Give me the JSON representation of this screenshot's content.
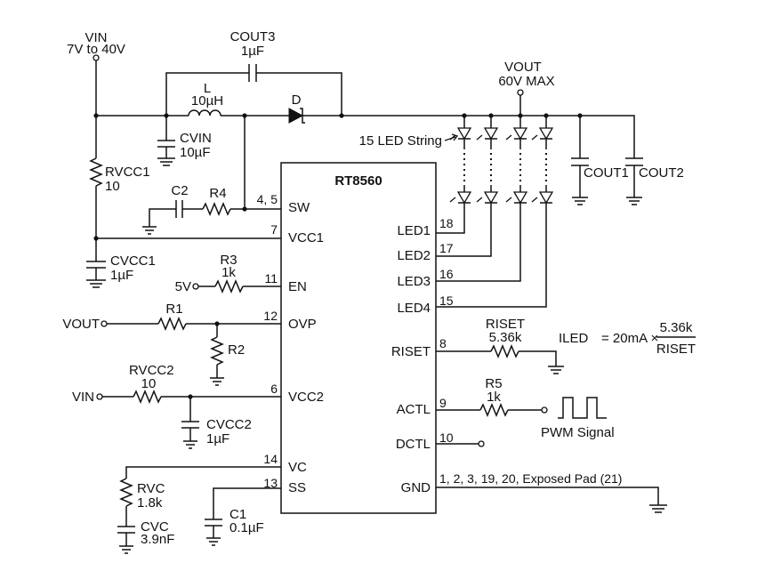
{
  "supply": {
    "name": "VIN",
    "range": "7V to 40V"
  },
  "cout3": {
    "name": "COUT3",
    "value": "1µF"
  },
  "inductor": {
    "name": "L",
    "value": "10µH"
  },
  "diode": {
    "name": "D"
  },
  "vout": {
    "name": "VOUT",
    "rating": "60V MAX"
  },
  "led_string": {
    "label": "15 LED String"
  },
  "cvin": {
    "name": "CVIN",
    "value": "10µF"
  },
  "rvcc1": {
    "name": "RVCC1",
    "value": "10"
  },
  "cout1": {
    "name": "COUT1"
  },
  "cout2": {
    "name": "COUT2"
  },
  "chip": {
    "name": "RT8560",
    "left_pins": [
      {
        "label": "SW",
        "number": "4, 5"
      },
      {
        "label": "VCC1",
        "number": "7"
      },
      {
        "label": "EN",
        "number": "11"
      },
      {
        "label": "OVP",
        "number": "12"
      },
      {
        "label": "VCC2",
        "number": "6"
      },
      {
        "label": "VC",
        "number": "14"
      },
      {
        "label": "SS",
        "number": "13"
      }
    ],
    "right_pins": [
      {
        "label": "LED1",
        "number": "18"
      },
      {
        "label": "LED2",
        "number": "17"
      },
      {
        "label": "LED3",
        "number": "16"
      },
      {
        "label": "LED4",
        "number": "15"
      },
      {
        "label": "RISET",
        "number": "8"
      },
      {
        "label": "ACTL",
        "number": "9"
      },
      {
        "label": "DCTL",
        "number": "10"
      },
      {
        "label": "GND",
        "number": "1, 2, 3, 19, 20, Exposed Pad (21)"
      }
    ]
  },
  "c2": {
    "name": "C2"
  },
  "r4": {
    "name": "R4"
  },
  "cvcc1": {
    "name": "CVCC1",
    "value": "1µF"
  },
  "en_input": {
    "label": "5V"
  },
  "r3": {
    "name": "R3",
    "value": "1k"
  },
  "ovp_input": {
    "label": "VOUT"
  },
  "r1": {
    "name": "R1"
  },
  "r2": {
    "name": "R2"
  },
  "vin2": {
    "label": "VIN"
  },
  "rvcc2": {
    "name": "RVCC2",
    "value": "10"
  },
  "cvcc2": {
    "name": "CVCC2",
    "value": "1µF"
  },
  "rvc": {
    "name": "RVC",
    "value": "1.8k"
  },
  "cvc": {
    "name": "CVC",
    "value": "3.9nF"
  },
  "c1": {
    "name": "C1",
    "value": "0.1µF"
  },
  "riset": {
    "name": "RISET",
    "value": "5.36k"
  },
  "formula": {
    "lhs": "ILED",
    "eq": "= 20mA ×",
    "num": "5.36k",
    "den": "RISET"
  },
  "r5": {
    "name": "R5",
    "value": "1k"
  },
  "pwm": {
    "label": "PWM Signal"
  }
}
